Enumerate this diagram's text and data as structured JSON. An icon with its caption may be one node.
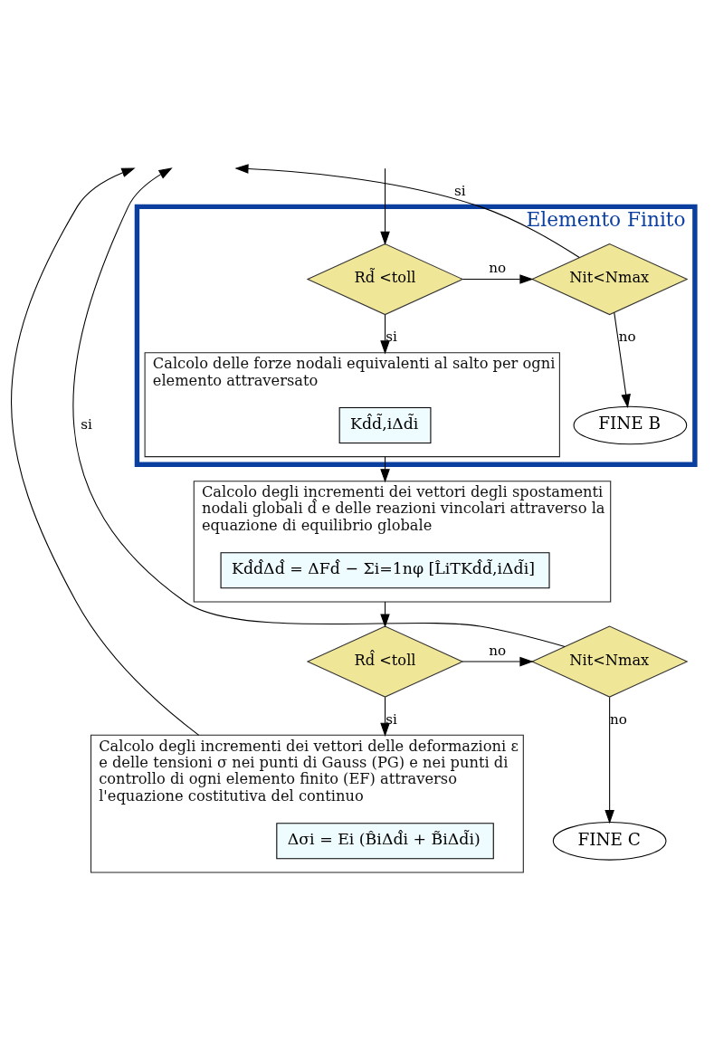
{
  "diagram": {
    "nodes": [
      {
        "text": [
          "Elemento Finito"
        ]
      },
      {
        "text": [
          "Rd̃ <toll"
        ],
        "in": 0
      },
      {
        "text": [
          "Nit<Nmax"
        ],
        "in": 0
      },
      {
        "text": [
          "FINE B"
        ],
        "in": 0
      },
      {
        "text": [
          "Calcolo delle forze nodali equivalenti al salto per ogni elemento attraversato"
        ],
        "in": 0
      },
      {
        "text": [
          "Kd̂d̃,iΔd̃i"
        ],
        "in": 4
      },
      {
        "text": [
          "Calcolo degli incrementi dei vettori degli spostamenti nodali globali d̂ e delle reazioni vincolari attraverso la equazione di equilibrio globale"
        ]
      },
      {
        "text": [
          "Kd̂d̂Δd̂ = ΔFd̂ − Σi=1nφ [L̂iTKd̂d̃,iΔd̃i]"
        ],
        "in": 6
      },
      {
        "text": [
          "Rd̂ <toll"
        ]
      },
      {
        "text": [
          "Nit<Nmax"
        ]
      },
      {
        "text": [
          "FINE C"
        ]
      },
      {
        "text": [
          "Calcolo degli incrementi dei vettori delle deformazioni ε e delle tensioni σ nei punti di Gauss (PG) e nei punti di controllo di ogni elemento finito (EF) attraverso l'equazione costitutiva del continuo"
        ]
      },
      {
        "text": [
          "Δσi = Ei (B̂iΔd̂i + B̃iΔd̃i)"
        ],
        "in": 11
      }
    ],
    "edges": [
      {
        "from": null,
        "to": 1,
        "arrow": "to"
      },
      {
        "from": 1,
        "to": 2,
        "arrow": "to",
        "label": "no"
      },
      {
        "from": 2,
        "to": 3,
        "arrow": "to",
        "label": "no"
      },
      {
        "from": 1,
        "to": 4,
        "arrow": "to",
        "label": "si"
      },
      {
        "from": 2,
        "to": null,
        "arrow": "to",
        "label": "si"
      },
      {
        "from": 4,
        "to": 6,
        "arrow": "to"
      },
      {
        "from": 6,
        "to": 8,
        "arrow": "to"
      },
      {
        "from": 8,
        "to": 9,
        "arrow": "to",
        "label": "no"
      },
      {
        "from": 9,
        "to": 10,
        "arrow": "to",
        "label": "no"
      },
      {
        "from": 8,
        "to": 11,
        "arrow": "to",
        "label": "si"
      },
      {
        "from": 9,
        "to": null,
        "arrow": "to",
        "label": "si"
      },
      {
        "from": 11,
        "to": null,
        "arrow": "to"
      }
    ]
  }
}
